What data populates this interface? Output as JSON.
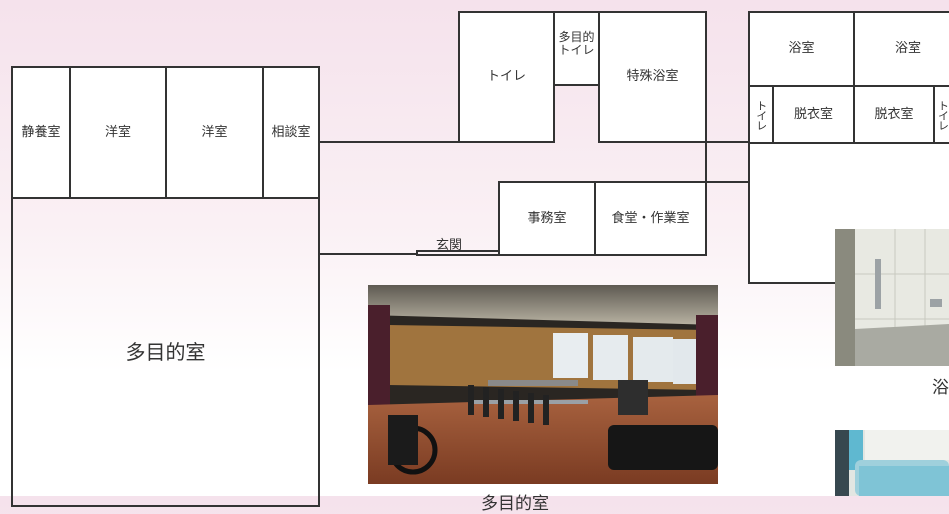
{
  "rooms": {
    "seiyoshitsu": "静養室",
    "yoshitsu1": "洋室",
    "yoshitsu2": "洋室",
    "sodanshitsu": "相談室",
    "tamokutekishitsu": "多目的室",
    "toilet": "トイレ",
    "tamokuteki_toilet": "多目的\nトイレ",
    "tokushu_yokushitsu": "特殊浴室",
    "jimushitsu": "事務室",
    "shokudo": "食堂・作業室",
    "genkan": "玄関",
    "yokushitsu1": "浴室",
    "yokushitsu2": "浴室",
    "toilet_left": "トイレ",
    "datsuishitsu1": "脱衣室",
    "datsuishitsu2": "脱衣室",
    "toilet_right": "トイレ"
  },
  "captions": {
    "photo_main": "多目的室",
    "photo_right": "浴"
  },
  "colors": {
    "wall": "#333333",
    "background_top": "#f5e2ec"
  }
}
